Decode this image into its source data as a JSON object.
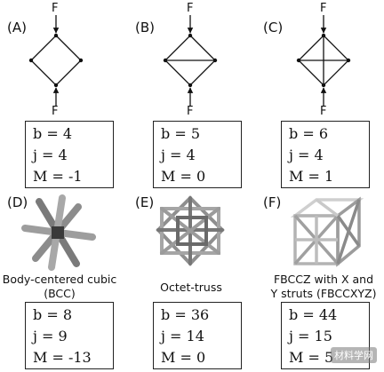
{
  "panels": [
    {
      "id": "A",
      "tag": "(A)",
      "force_top": "F",
      "force_bottom": "F",
      "b": "b = 4",
      "j": "j = 4",
      "m": "M = -1"
    },
    {
      "id": "B",
      "tag": "(B)",
      "force_top": "F",
      "force_bottom": "F",
      "b": "b = 5",
      "j": "j = 4",
      "m": "M = 0"
    },
    {
      "id": "C",
      "tag": "(C)",
      "force_top": "F",
      "force_bottom": "F",
      "b": "b = 6",
      "j": "j = 4",
      "m": "M = 1"
    },
    {
      "id": "D",
      "tag": "(D)",
      "caption1": "Body-centered cubic",
      "caption2": "(BCC)",
      "b": "b = 8",
      "j": "j = 9",
      "m": "M = -13"
    },
    {
      "id": "E",
      "tag": "(E)",
      "caption1": "Octet-truss",
      "caption2": "",
      "b": "b = 36",
      "j": "j = 14",
      "m": "M = 0"
    },
    {
      "id": "F",
      "tag": "(F)",
      "caption1": "FBCCZ with X and",
      "caption2": "Y struts (FBCCXYZ)",
      "b": "b = 44",
      "j": "j = 15",
      "m": "M = 5"
    }
  ],
  "watermark": "材料学网"
}
